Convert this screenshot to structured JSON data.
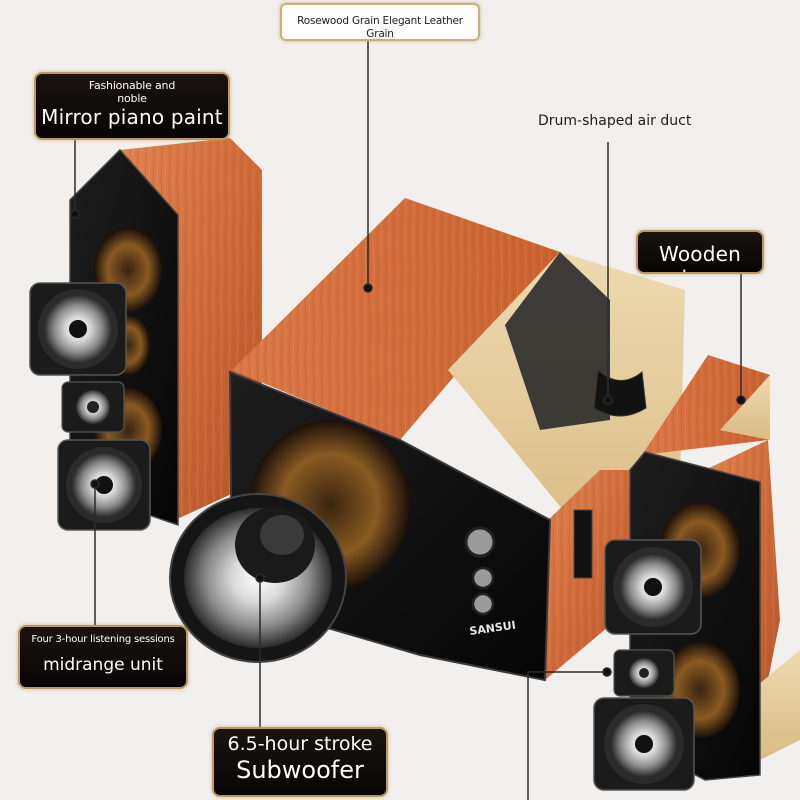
{
  "callouts": {
    "top_grain": "Rosewood Grain Elegant Leather Grain",
    "piano_small": "Fashionable and noble",
    "piano_big": "Mirror piano paint",
    "air_duct": "Drum-shaped air duct",
    "wooden_box": "Wooden box",
    "midrange_small": "Four 3-hour listening sessions",
    "midrange_big": "midrange unit",
    "subwoofer_small": "6.5-hour stroke",
    "subwoofer_big": "Subwoofer"
  },
  "brand": {
    "logo_text": "SANSUI"
  },
  "colors": {
    "wood_main": "#d26a3c",
    "wood_dark": "#a8461f",
    "wood_light": "#e08a55",
    "inner_wood": "#e6cf9e",
    "front_panel": "#0b0b0b",
    "label_gold": "#b89a62"
  }
}
